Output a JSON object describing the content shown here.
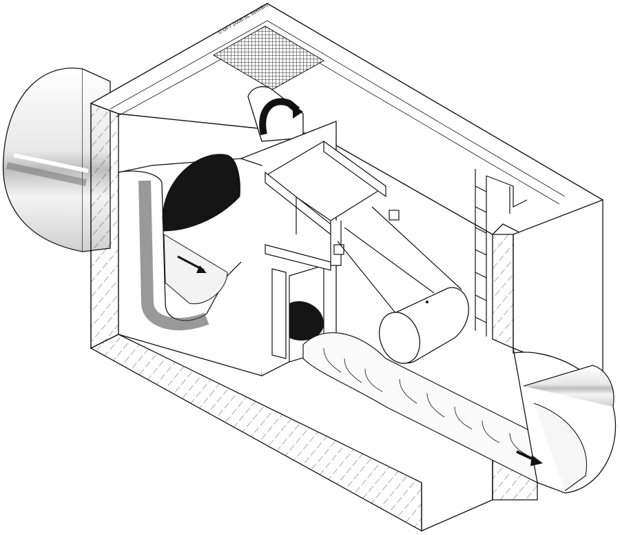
{
  "diagram": {
    "copyright_text": "© UFT 2008-SL Seel/Bro",
    "colors": {
      "ink": "#111111",
      "background": "#ffffff",
      "shadow": "#1a1a1a",
      "pipe_highlight": "#d9d9d9"
    },
    "flow_arrows": [
      "inlet-flow-arrow",
      "overflow-arrow",
      "outlet-flow-arrow"
    ]
  }
}
